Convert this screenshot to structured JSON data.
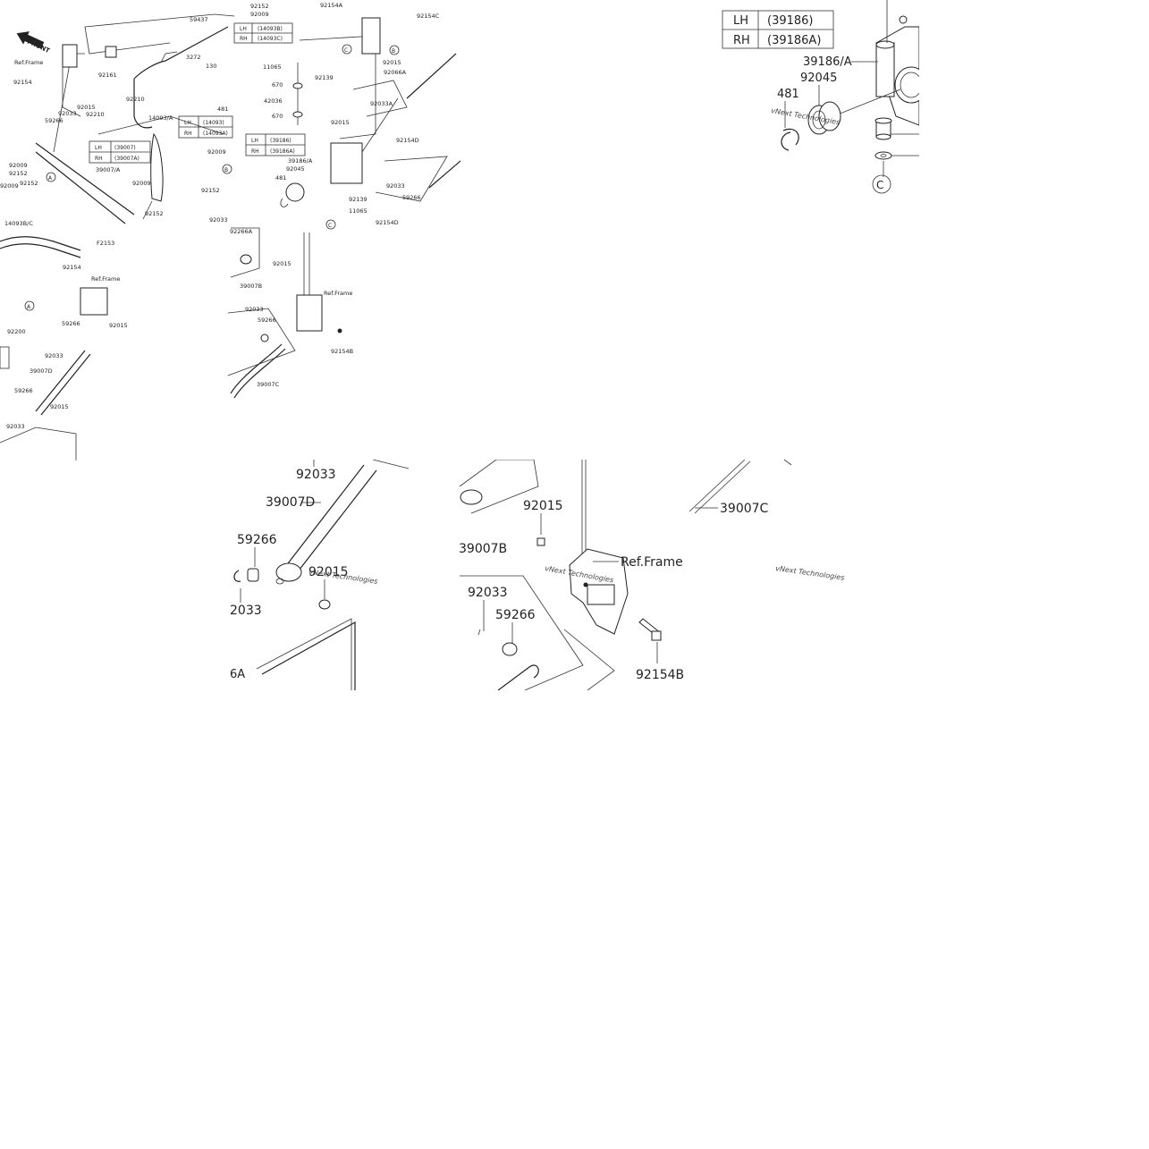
{
  "overview": {
    "front_badge": "FRONT",
    "labels": {
      "p59437": "59437",
      "p92152": "92152",
      "p92009": "92009",
      "p92154a": "92154A",
      "p92154c": "92154C",
      "p92015": "92015",
      "p11065": "11065",
      "p92139": "92139",
      "p670": "670",
      "p42036": "42036",
      "p92066a": "92066A",
      "p92033a": "92033A",
      "p92154d": "92154D",
      "p39186a": "39186/A",
      "p92045": "92045",
      "p481": "481",
      "p92033": "92033",
      "p59266": "59266",
      "p92154dlow": "92154D",
      "p92033lower": "92033",
      "pRefFrame": "Ref.Frame",
      "p92154": "92154",
      "p92161": "92161",
      "p92210": "92210",
      "p14093a": "14093/A",
      "p39007a": "39007/A",
      "p14093bc": "14093B/C",
      "p92200": "92200",
      "p39007d": "39007D",
      "pF2153": "F2153",
      "p3272": "3272",
      "p130": "130",
      "p481b": "481",
      "p39007b": "39007B",
      "p92154b": "92154B",
      "p39007c": "39007C",
      "p92266a": "92266A",
      "p92015b": "92015"
    },
    "table_14093bc": [
      [
        "LH",
        "(14093B)"
      ],
      [
        "RH",
        "(14093C)"
      ]
    ],
    "table_14093": [
      [
        "LH",
        "(14093)"
      ],
      [
        "RH",
        "(14093A)"
      ]
    ],
    "table_39007": [
      [
        "LH",
        "(39007)"
      ],
      [
        "RH",
        "(39007A)"
      ]
    ],
    "table_39186": [
      [
        "LH",
        "(39186)"
      ],
      [
        "RH",
        "(39186A)"
      ]
    ]
  },
  "detail_topright": {
    "table": [
      [
        "LH",
        "(39186)"
      ],
      [
        "RH",
        "(39186A)"
      ]
    ],
    "label_39186a": "39186/A",
    "label_92045": "92045",
    "label_481": "481",
    "label_c": "C",
    "watermark": "vNext Technologies"
  },
  "detail_bottom": {
    "label_92033_top": "92033",
    "label_39007d": "39007D",
    "label_59266": "59266",
    "label_92015": "92015",
    "label_2033": "2033",
    "label_6a": "6A",
    "label_92015_b": "92015",
    "label_39007b": "39007B",
    "label_ref_frame": "Ref.Frame",
    "label_92033_b": "92033",
    "label_59266_b": "59266",
    "label_92154b": "92154B",
    "label_39007c": "39007C",
    "watermark": "vNext Technologies"
  }
}
